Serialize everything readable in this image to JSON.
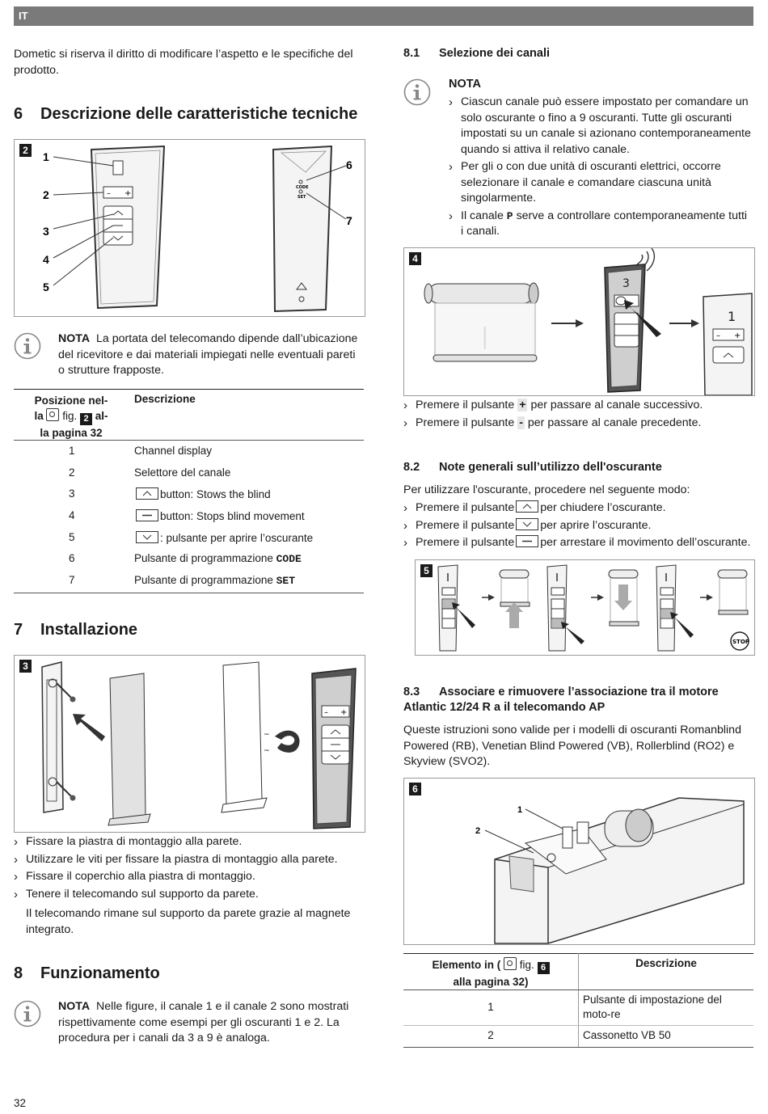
{
  "header": {
    "lang": "IT"
  },
  "intro": "Dometic si riserva il diritto di modificare l’aspetto e le specifiche del prodotto.",
  "sec6": {
    "num": "6",
    "title": "Descrizione delle caratteristiche tecniche"
  },
  "fig2": {
    "num": "2",
    "callouts": [
      "1",
      "2",
      "3",
      "4",
      "5",
      "6",
      "7"
    ],
    "code": "CODE",
    "set": "SET"
  },
  "note1": {
    "label": "NOTA",
    "text": "La portata del telecomando dipende dall’ubicazione del ricevitore e dai materiali impiegati nelle eventuali pareti o strutture frapposte."
  },
  "table1": {
    "h1a": "Posizione nel-",
    "h1b": "la",
    "h1c": "fig.",
    "h1d": "2",
    "h1e": "al-",
    "h1f": "la pagina 32",
    "h2": "Descrizione",
    "rows": [
      {
        "pos": "1",
        "desc": "Channel display"
      },
      {
        "pos": "2",
        "desc": "Selettore del canale"
      },
      {
        "pos": "3",
        "desc": "button: Stows the blind"
      },
      {
        "pos": "4",
        "desc": "button: Stops blind movement"
      },
      {
        "pos": "5",
        "desc": ": pulsante per aprire l’oscurante"
      },
      {
        "pos": "6",
        "desc": "Pulsante di programmazione",
        "code": "CODE"
      },
      {
        "pos": "7",
        "desc": "Pulsante di programmazione",
        "code": "SET"
      }
    ]
  },
  "sec7": {
    "num": "7",
    "title": "Installazione"
  },
  "fig3": {
    "num": "3"
  },
  "install_bullets": [
    "Fissare la piastra di montaggio alla parete.",
    "Utilizzare le viti per fissare la piastra di montaggio alla parete.",
    "Fissare il coperchio alla piastra di montaggio.",
    "Tenere il telecomando sul supporto da parete."
  ],
  "install_text": "Il telecomando rimane sul supporto da parete grazie al magnete integrato.",
  "sec8": {
    "num": "8",
    "title": "Funzionamento"
  },
  "note3": {
    "label": "NOTA",
    "text": "Nelle figure, il canale 1 e il canale 2 sono mostrati rispettivamente come esempi per gli oscuranti 1 e 2. La procedura per i canali da 3 a 9 è analoga."
  },
  "sec81": {
    "num": "8.1",
    "title": "Selezione dei canali"
  },
  "note2": {
    "label": "NOTA",
    "bullets": [
      "Ciascun canale può essere impostato per comandare un solo oscurante o fino a 9 oscuranti. Tutte gli oscuranti impostati su un canale si azionano contemporaneamente quando si attiva il relativo canale.",
      "Per gli o con due unità di oscuranti elettrici, occorre selezionare il canale e comandare ciascuna unità singolarmente."
    ],
    "b3a": "Il canale",
    "b3p": "P",
    "b3b": "serve a controllare contemporaneamente tutti i canali."
  },
  "fig4": {
    "num": "4",
    "digit": "3",
    "digit2": "1"
  },
  "ch_bullets": [
    {
      "a": "Premere il pulsante",
      "k": "+",
      "b": "per passare al canale successivo."
    },
    {
      "a": "Premere il pulsante",
      "k": "-",
      "b": "per passare al canale precedente."
    }
  ],
  "sec82": {
    "num": "8.2",
    "title": "Note generali sull’utilizzo dell'oscurante"
  },
  "use_intro": "Per utilizzare l'oscurante, procedere nel seguente modo:",
  "use_bullets": [
    {
      "a": "Premere il pulsante",
      "b": "per chiudere l’oscurante."
    },
    {
      "a": "Premere il pulsante",
      "b": "per aprire l’oscurante."
    },
    {
      "a": "Premere il pulsante",
      "b": "per arrestare il movimento dell’oscurante."
    }
  ],
  "fig5": {
    "num": "5",
    "stop": "STOP"
  },
  "sec83": {
    "num": "8.3",
    "title1": "Associare e rimuovere l’associazione tra il motore",
    "title2": "Atlantic 12/24 R a il telecomando AP"
  },
  "sec83_text": "Queste istruzioni sono valide per i modelli di oscuranti Romanblind Powered (RB), Venetian Blind Powered (VB), Rollerblind (RO2) e Skyview (SVO2).",
  "fig6": {
    "num": "6",
    "c1": "1",
    "c2": "2"
  },
  "table2": {
    "h1a": "Elemento in (",
    "h1b": "fig.",
    "h1c": "6",
    "h1d": "alla pagina 32)",
    "h2": "Descrizione",
    "rows": [
      {
        "pos": "1",
        "desc": "Pulsante di impostazione del moto-re"
      },
      {
        "pos": "2",
        "desc": "Cassonetto VB 50"
      }
    ]
  },
  "page": "32"
}
